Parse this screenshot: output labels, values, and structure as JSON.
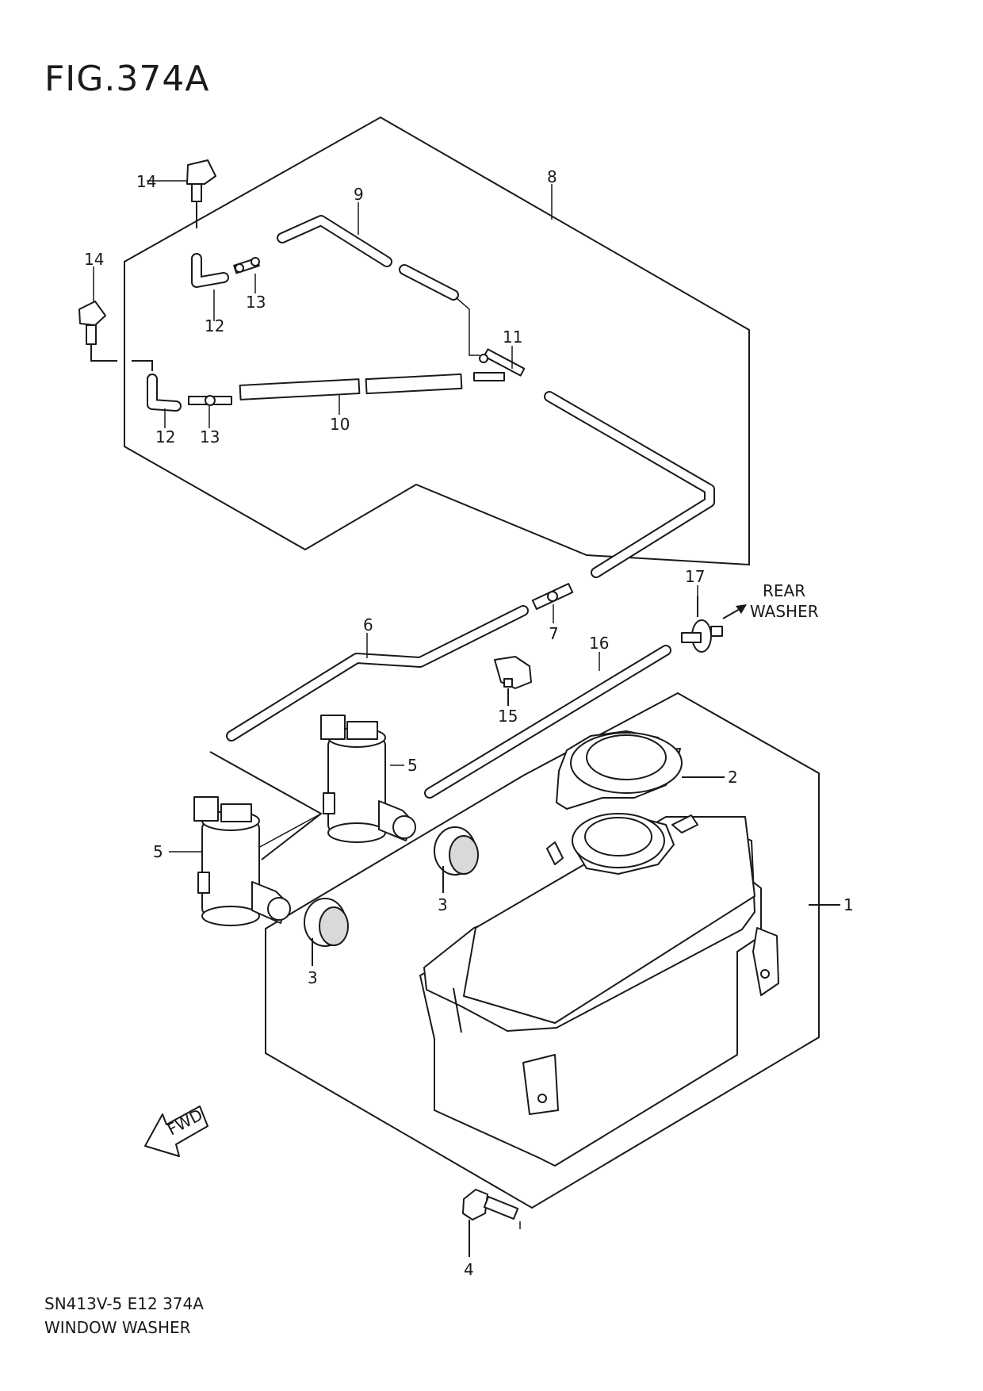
{
  "figure": {
    "title": "FIG.374A",
    "code": "SN413V-5 E12 374A",
    "name": "WINDOW WASHER"
  },
  "callouts": [
    "1",
    "2",
    "3",
    "3",
    "4",
    "5",
    "5",
    "6",
    "7",
    "8",
    "9",
    "10",
    "11",
    "12",
    "12",
    "13",
    "13",
    "14",
    "14",
    "15",
    "16",
    "17"
  ],
  "rear_washer": {
    "line1": "REAR",
    "line2": "WASHER"
  },
  "fwd_arrow": "FWD"
}
